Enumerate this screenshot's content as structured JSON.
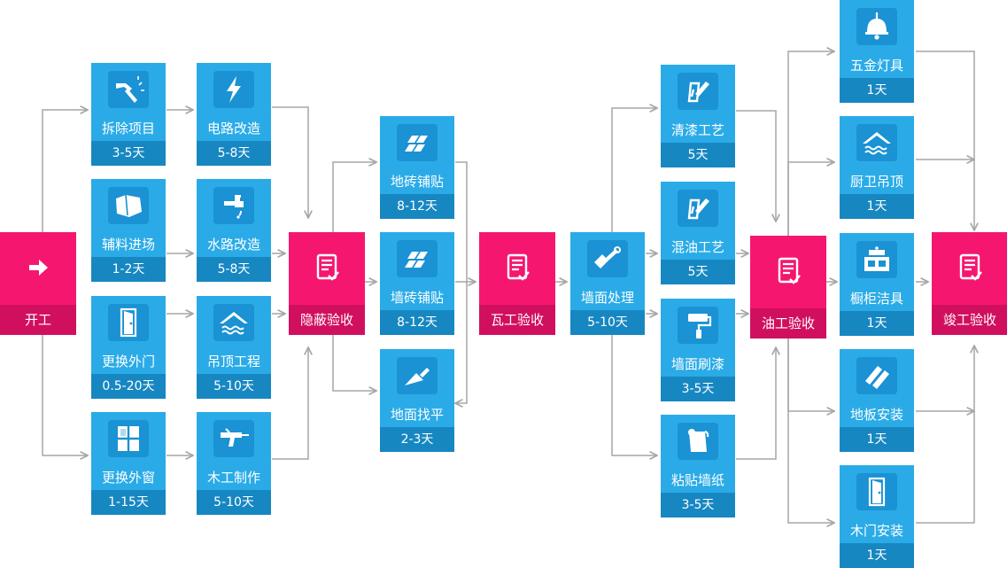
{
  "colors": {
    "task_top": "#2aabe7",
    "task_bottom": "#1787c2",
    "task_icon_bg": "#1a92d3",
    "check_top": "#f5176f",
    "check_bottom": "#d10f5f",
    "connector": "#a6a6a6"
  },
  "nodes": [
    {
      "id": "start",
      "kind": "check",
      "label": "开工",
      "duration": "",
      "icon": "arrow-right-icon"
    },
    {
      "id": "demolition",
      "kind": "task",
      "label": "拆除项目",
      "duration": "3-5天",
      "icon": "hammer-icon"
    },
    {
      "id": "materials",
      "kind": "task",
      "label": "辅料进场",
      "duration": "1-2天",
      "icon": "materials-box-icon"
    },
    {
      "id": "outer_door",
      "kind": "task",
      "label": "更换外门",
      "duration": "0.5-20天",
      "icon": "door-icon"
    },
    {
      "id": "outer_window",
      "kind": "task",
      "label": "更换外窗",
      "duration": "1-15天",
      "icon": "window-icon"
    },
    {
      "id": "electrical",
      "kind": "task",
      "label": "电路改造",
      "duration": "5-8天",
      "icon": "lightning-icon"
    },
    {
      "id": "plumbing",
      "kind": "task",
      "label": "水路改造",
      "duration": "5-8天",
      "icon": "faucet-icon"
    },
    {
      "id": "ceiling",
      "kind": "task",
      "label": "吊顶工程",
      "duration": "5-10天",
      "icon": "ceiling-icon"
    },
    {
      "id": "carpentry",
      "kind": "task",
      "label": "木工制作",
      "duration": "5-10天",
      "icon": "glue-gun-icon"
    },
    {
      "id": "concealed_check",
      "kind": "check",
      "label": "隐蔽验收",
      "duration": "",
      "icon": "checklist-icon"
    },
    {
      "id": "floor_tiles",
      "kind": "task",
      "label": "地砖铺贴",
      "duration": "8-12天",
      "icon": "tiles-icon"
    },
    {
      "id": "wall_tiles",
      "kind": "task",
      "label": "墙砖铺贴",
      "duration": "8-12天",
      "icon": "tiles-icon"
    },
    {
      "id": "floor_level",
      "kind": "task",
      "label": "地面找平",
      "duration": "2-3天",
      "icon": "trowel-icon"
    },
    {
      "id": "tiling_check",
      "kind": "check",
      "label": "瓦工验收",
      "duration": "",
      "icon": "checklist-icon"
    },
    {
      "id": "wall_prep",
      "kind": "task",
      "label": "墙面处理",
      "duration": "5-10天",
      "icon": "scraper-icon"
    },
    {
      "id": "clear_paint",
      "kind": "task",
      "label": "清漆工艺",
      "duration": "5天",
      "icon": "paint-brush-icon"
    },
    {
      "id": "mixed_paint",
      "kind": "task",
      "label": "混油工艺",
      "duration": "5天",
      "icon": "paint-brush-icon"
    },
    {
      "id": "wall_paint",
      "kind": "task",
      "label": "墙面刷漆",
      "duration": "3-5天",
      "icon": "paint-roller-icon"
    },
    {
      "id": "wallpaper",
      "kind": "task",
      "label": "粘贴墙纸",
      "duration": "3-5天",
      "icon": "wallpaper-roll-icon"
    },
    {
      "id": "painting_check",
      "kind": "check",
      "label": "油工验收",
      "duration": "",
      "icon": "checklist-icon"
    },
    {
      "id": "hardware_lamps",
      "kind": "task",
      "label": "五金灯具",
      "duration": "1天",
      "icon": "lamp-icon"
    },
    {
      "id": "kitchen_bath_ceiling",
      "kind": "task",
      "label": "厨卫吊顶",
      "duration": "1天",
      "icon": "ceiling-icon"
    },
    {
      "id": "cabinets_sanitary",
      "kind": "task",
      "label": "橱柜洁具",
      "duration": "1天",
      "icon": "cabinet-icon"
    },
    {
      "id": "flooring",
      "kind": "task",
      "label": "地板安装",
      "duration": "1天",
      "icon": "floorboard-icon"
    },
    {
      "id": "wood_door",
      "kind": "task",
      "label": "木门安装",
      "duration": "1天",
      "icon": "door-icon"
    },
    {
      "id": "final_check",
      "kind": "check",
      "label": "竣工验收",
      "duration": "",
      "icon": "checklist-icon"
    }
  ]
}
